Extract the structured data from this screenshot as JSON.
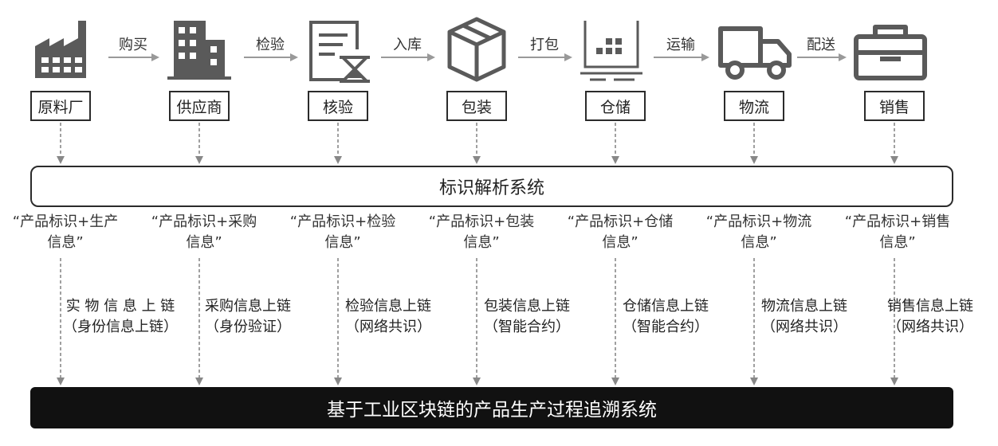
{
  "stages": [
    {
      "id": "factory",
      "label": "原料厂",
      "icon": "factory-icon"
    },
    {
      "id": "supplier",
      "label": "供应商",
      "icon": "building-icon"
    },
    {
      "id": "inspect",
      "label": "核验",
      "icon": "checklist-icon"
    },
    {
      "id": "package",
      "label": "包装",
      "icon": "box-icon"
    },
    {
      "id": "warehouse",
      "label": "仓储",
      "icon": "warehouse-cart-icon"
    },
    {
      "id": "logistics",
      "label": "物流",
      "icon": "truck-icon"
    },
    {
      "id": "sales",
      "label": "销售",
      "icon": "briefcase-icon"
    }
  ],
  "connectors": [
    "购买",
    "检验",
    "入库",
    "打包",
    "运输",
    "配送"
  ],
  "system_title": "标识解析系统",
  "info_labels": [
    {
      "line1": "“产品标识+生产",
      "line2": "信息”"
    },
    {
      "line1": "“产品标识+采购",
      "line2": "信息”"
    },
    {
      "line1": "“产品标识+检验",
      "line2": "信息”"
    },
    {
      "line1": "“产品标识+包装",
      "line2": "信息”"
    },
    {
      "line1": "“产品标识+仓储",
      "line2": "信息”"
    },
    {
      "line1": "“产品标识+物流",
      "line2": "信息”"
    },
    {
      "line1": "“产品标识+销售",
      "line2": "信息”"
    }
  ],
  "chain_labels": [
    {
      "line1": "实 物 信 息 上 链",
      "line2": "（身份信息上链）"
    },
    {
      "line1": "采购信息上链",
      "line2": "（身份验证）"
    },
    {
      "line1": "检验信息上链",
      "line2": "（网络共识）"
    },
    {
      "line1": "包装信息上链",
      "line2": "（智能合约）"
    },
    {
      "line1": "仓储信息上链",
      "line2": "（智能合约）"
    },
    {
      "line1": "物流信息上链",
      "line2": "（网络共识）"
    },
    {
      "line1": "销售信息上链",
      "line2": "（网络共识）"
    }
  ],
  "bottom_title": "基于工业区块链的产品生产过程追溯系统",
  "colors": {
    "icon": "#5a5a5a",
    "arrow": "#999999",
    "dash": "#888888",
    "bar": "#111111"
  }
}
